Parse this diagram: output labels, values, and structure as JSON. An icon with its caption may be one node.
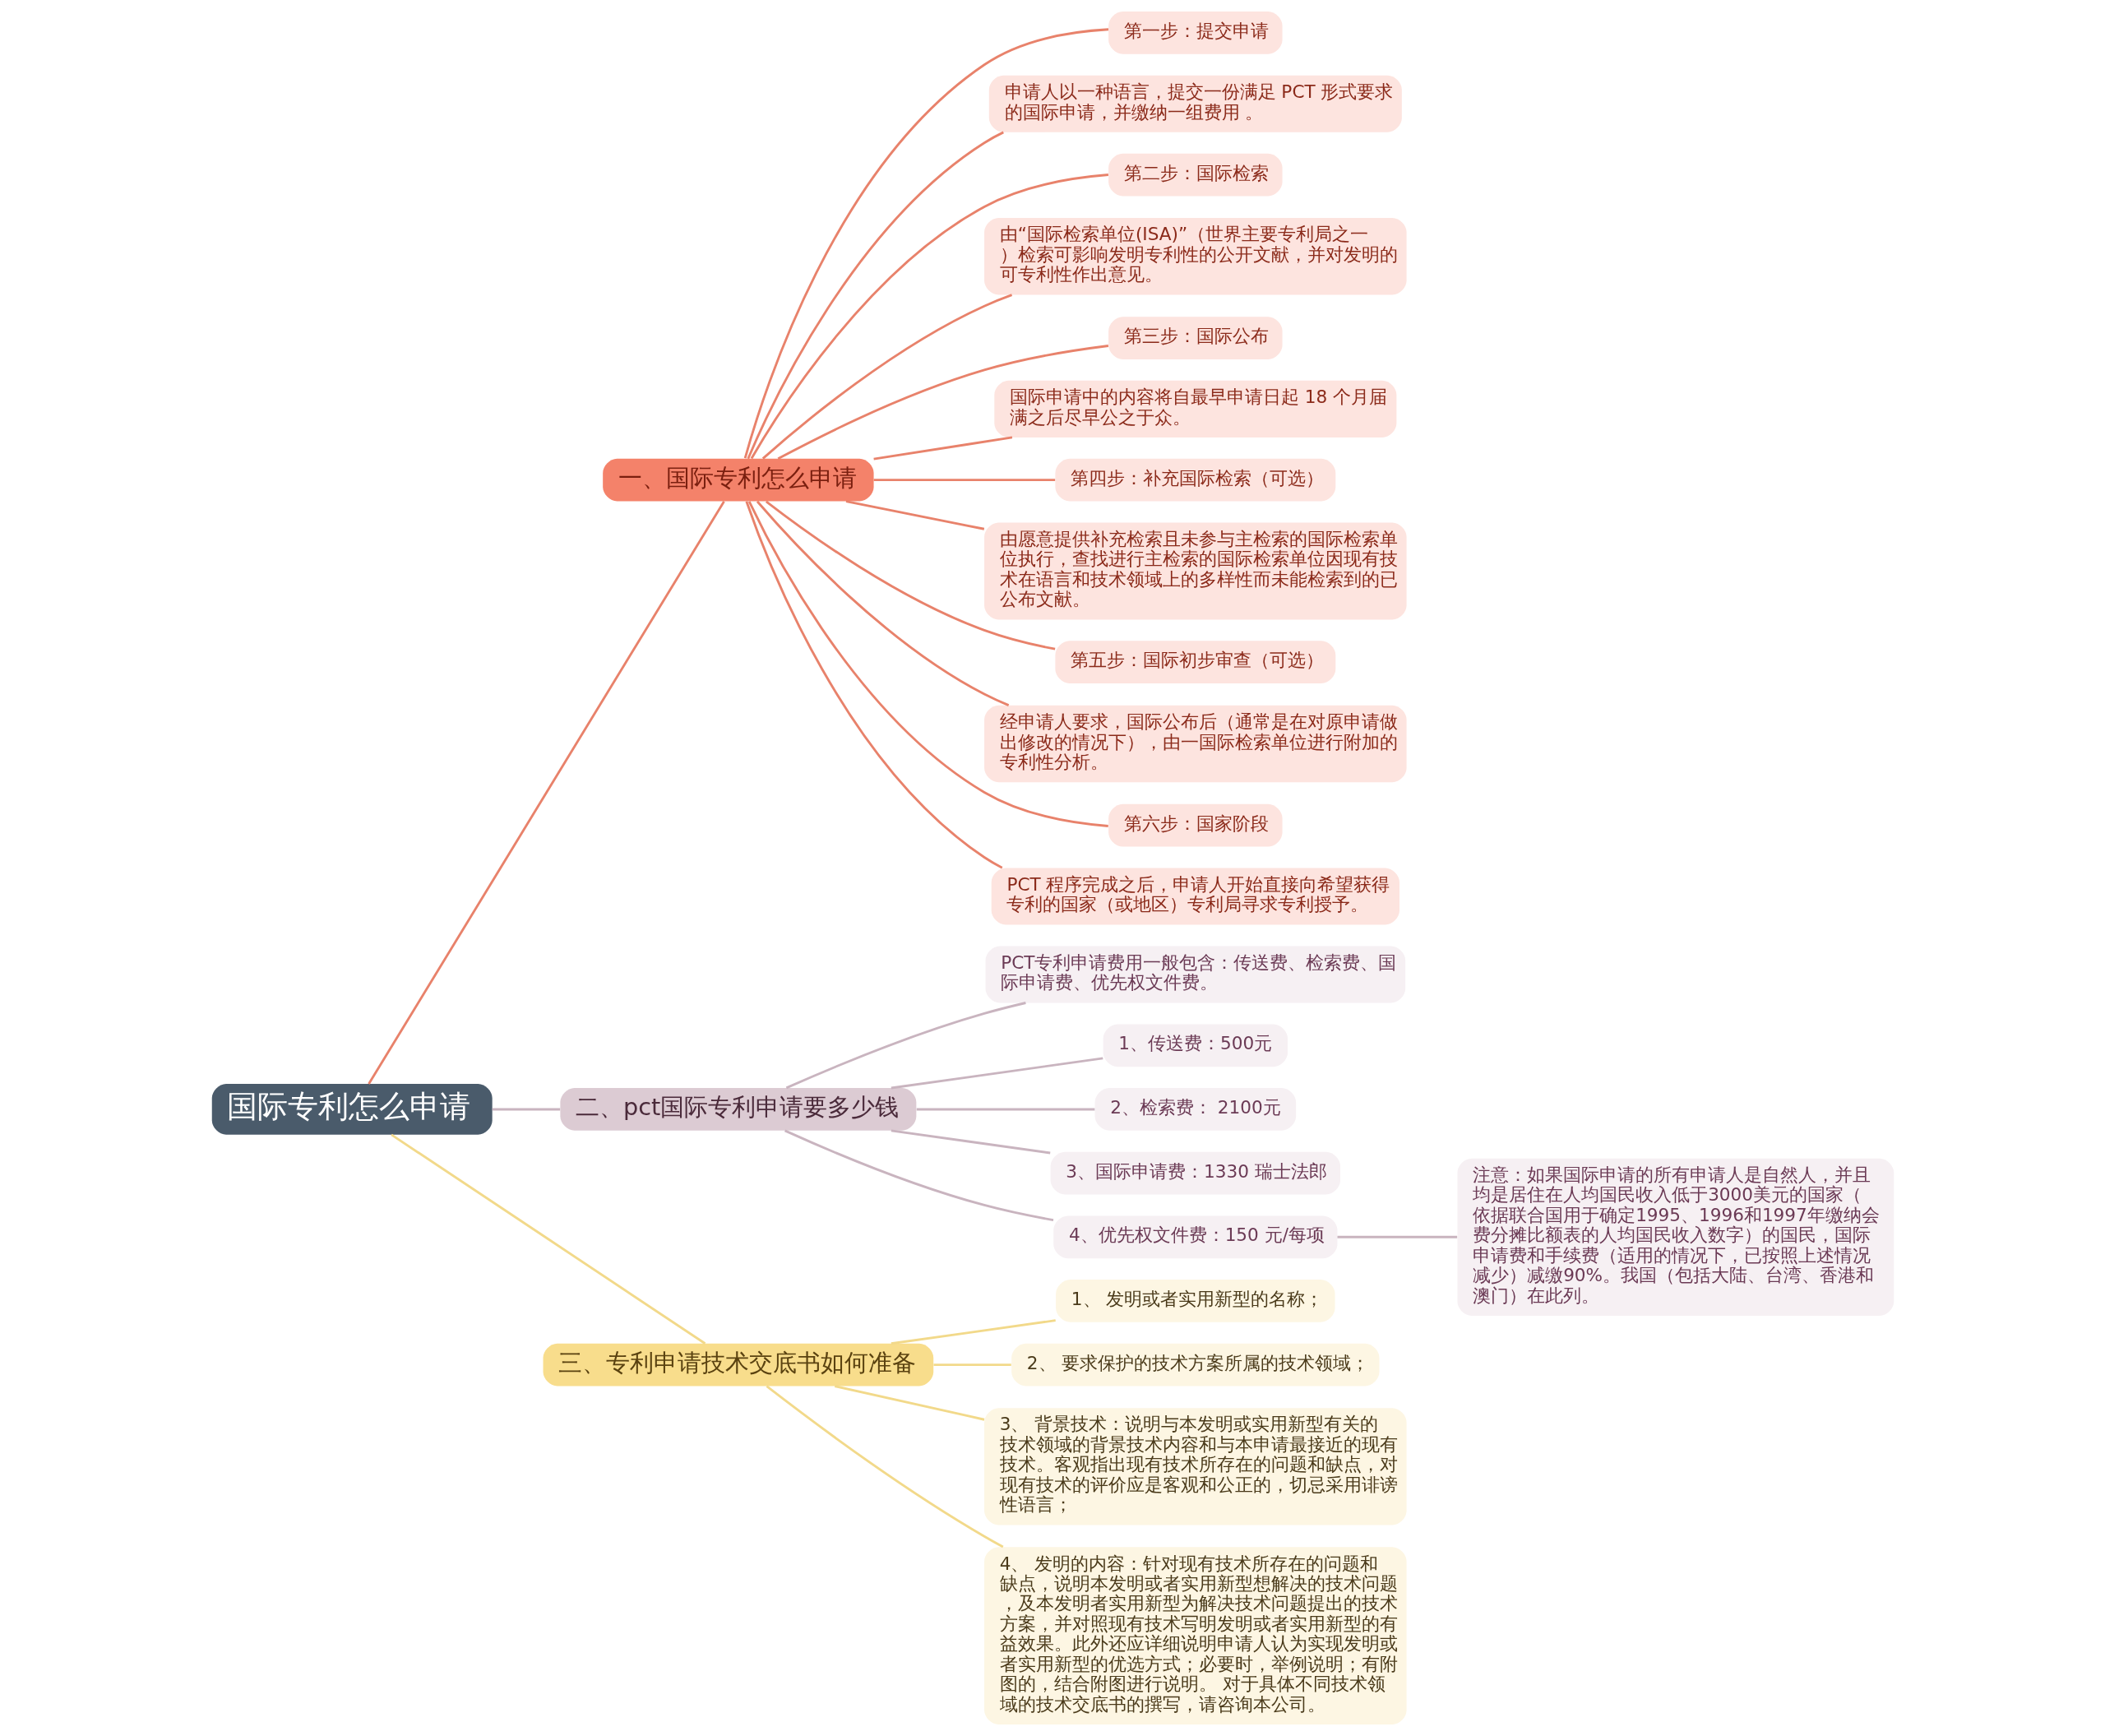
{
  "diagram": {
    "nodes": [
      {
        "text": [
          "国际专利怎么申请"
        ]
      },
      {
        "text": [
          "一、国际专利怎么申请"
        ]
      },
      {
        "text": [
          "第一步：提交申请"
        ]
      },
      {
        "text": [
          "申请人以一种语言，提交一份满足 PCT 形式要求的国际申请，并缴纳一组费用 。"
        ]
      },
      {
        "text": [
          "第二步：国际检索"
        ]
      },
      {
        "text": [
          "由“国际检索单位(ISA)”（世界主要专利局之一）检索可影响发明专利性的公开文献，并对发明的可专利性作出意见。"
        ]
      },
      {
        "text": [
          "第三步：国际公布"
        ]
      },
      {
        "text": [
          "国际申请中的内容将自最早申请日起 18 个月届满之后尽早公之于众。"
        ]
      },
      {
        "text": [
          "第四步：补充国际检索（可选）"
        ]
      },
      {
        "text": [
          "由愿意提供补充检索且未参与主检索的国际检索单位执行，查找进行主检索的国际检索单位因现有技术在语言和技术领域上的多样性而未能检索到的已公布文献。"
        ]
      },
      {
        "text": [
          "第五步：国际初步审查（可选）"
        ]
      },
      {
        "text": [
          "经申请人要求，国际公布后（通常是在对原申请做出修改的情况下），由一国际检索单位进行附加的专利性分析。"
        ]
      },
      {
        "text": [
          "第六步：国家阶段"
        ]
      },
      {
        "text": [
          "PCT 程序完成之后，申请人开始直接向希望获得专利的国家（或地区）专利局寻求专利授予。"
        ]
      },
      {
        "text": [
          "二、pct国际专利申请要多少钱"
        ]
      },
      {
        "text": [
          "PCT专利申请费用一般包含：传送费、检索费、国际申请费、优先权文件费。"
        ]
      },
      {
        "text": [
          "1、传送费：500元"
        ]
      },
      {
        "text": [
          "2、检索费： 2100元"
        ]
      },
      {
        "text": [
          "3、国际申请费：1330 瑞士法郎"
        ]
      },
      {
        "text": [
          "4、优先权文件费：150 元/每项"
        ]
      },
      {
        "text": [
          "注意：如果国际申请的所有申请人是自然人，并且均是居住在人均国民收入低于3000美元的国家（依据联合国用于确定1995、1996和1997年缴纳会费分摊比额表的人均国民收入数字）的国民，国际申请费和手续费（适用的情况下，已按照上述情况减少）减缴90%。我国（包括大陆、台湾、香港和澳门）在此列。"
        ]
      },
      {
        "text": [
          "三、专利申请技术交底书如何准备"
        ]
      },
      {
        "text": [
          "1、 发明或者实用新型的名称；"
        ]
      },
      {
        "text": [
          "2、 要求保护的技术方案所属的技术领域；"
        ]
      },
      {
        "text": [
          "3、 背景技术：说明与本发明或实用新型有关的技术领域的背景技术内容和与本申请最接近的现有技术。客观指出现有技术所存在的问题和缺点，对现有技术的评价应是客观和公正的，切忌采用诽谤性语言；"
        ]
      },
      {
        "text": [
          "4、 发明的内容：针对现有技术所存在的问题和缺点，说明本发明或者实用新型想解决的技术问题，及本发明者实用新型为解决技术问题提出的技术方案，并对照现有技术写明发明或者实用新型的有益效果。此外还应详细说明申请人认为实现发明或者实用新型的优选方式；必要时，举例说明；有附图的，结合附图进行说明。 对于具体不同技术领域的技术交底书的撰写，请咨询本公司。"
        ]
      }
    ],
    "edges": [
      {
        "from": 0,
        "to": 1,
        "arrow": "none"
      },
      {
        "from": 1,
        "to": 2,
        "arrow": "none"
      },
      {
        "from": 1,
        "to": 3,
        "arrow": "none"
      },
      {
        "from": 1,
        "to": 4,
        "arrow": "none"
      },
      {
        "from": 1,
        "to": 5,
        "arrow": "none"
      },
      {
        "from": 1,
        "to": 6,
        "arrow": "none"
      },
      {
        "from": 1,
        "to": 7,
        "arrow": "none"
      },
      {
        "from": 1,
        "to": 8,
        "arrow": "none"
      },
      {
        "from": 1,
        "to": 9,
        "arrow": "none"
      },
      {
        "from": 1,
        "to": 10,
        "arrow": "none"
      },
      {
        "from": 1,
        "to": 11,
        "arrow": "none"
      },
      {
        "from": 1,
        "to": 12,
        "arrow": "none"
      },
      {
        "from": 1,
        "to": 13,
        "arrow": "none"
      },
      {
        "from": 0,
        "to": 14,
        "arrow": "none",
        "color": "#c9b4bf"
      },
      {
        "from": 14,
        "to": 15,
        "arrow": "none",
        "color": "#c9b4bf"
      },
      {
        "from": 14,
        "to": 16,
        "arrow": "none",
        "color": "#c9b4bf"
      },
      {
        "from": 14,
        "to": 17,
        "arrow": "none",
        "color": "#c9b4bf"
      },
      {
        "from": 14,
        "to": 18,
        "arrow": "none",
        "color": "#c9b4bf"
      },
      {
        "from": 14,
        "to": 19,
        "arrow": "none",
        "color": "#c9b4bf"
      },
      {
        "from": 19,
        "to": 20,
        "arrow": "none",
        "color": "#c9b4bf"
      },
      {
        "from": 0,
        "to": 21,
        "arrow": "none",
        "color": "#f2d98a"
      },
      {
        "from": 21,
        "to": 22,
        "arrow": "none",
        "color": "#f2d98a"
      },
      {
        "from": 21,
        "to": 23,
        "arrow": "none",
        "color": "#f2d98a"
      },
      {
        "from": 21,
        "to": 24,
        "arrow": "none",
        "color": "#f2d98a"
      },
      {
        "from": 21,
        "to": 25,
        "arrow": "none",
        "color": "#f2d98a"
      }
    ]
  }
}
